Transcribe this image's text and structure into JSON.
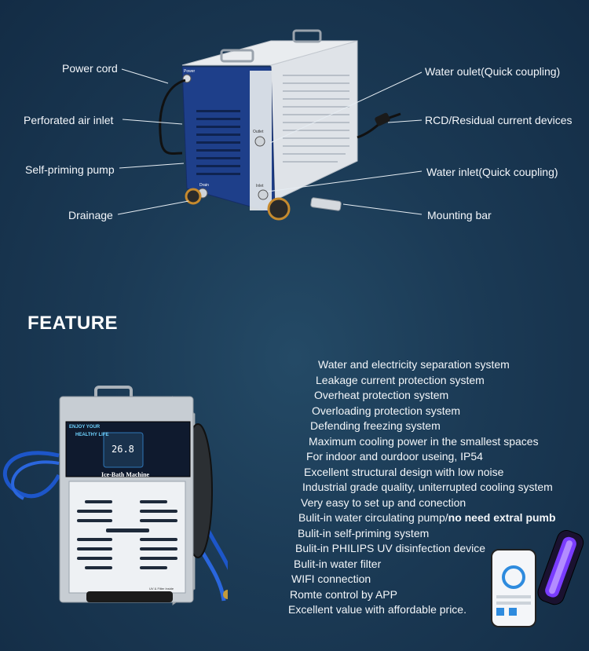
{
  "callouts": {
    "power_cord": "Power cord",
    "air_inlet": "Perforated air inlet",
    "pump": "Self-priming pump",
    "drainage": "Drainage",
    "water_outlet": "Water oulet(Quick coupling)",
    "rcd": "RCD/Residual current devices",
    "water_inlet": "Water inlet(Quick coupling)",
    "mounting_bar": "Mounting bar"
  },
  "machine1": {
    "panel_label_power": "Power",
    "panel_label_outlet": "Outlet",
    "panel_label_inlet": "Inlet",
    "panel_label_drain": "Drain"
  },
  "feature_heading": "FEATURE",
  "machine2": {
    "slogan_line1": "ENJOY YOUR",
    "slogan_line2": "HEALTHY LIFE",
    "display_value": "26.8",
    "brand": "Ice-Bath Machine",
    "bottom_label": "UV & Filter Inside"
  },
  "features": [
    {
      "text": "Water and electricity separation system"
    },
    {
      "text": "Leakage current protection system"
    },
    {
      "text": "Overheat protection system"
    },
    {
      "text": "Overloading protection system"
    },
    {
      "text": "Defending freezing system"
    },
    {
      "text": "Maximum cooling power in the smallest spaces"
    },
    {
      "text": "For indoor and ourdoor useing, IP54"
    },
    {
      "text": "Excellent structural design with low noise"
    },
    {
      "text": "Industrial grade quality, uniterrupted cooling system"
    },
    {
      "text": "Very easy to set up and conection"
    },
    {
      "text": "Bulit-in water circulating pump/",
      "bold": "no need extral pumb"
    },
    {
      "text": "Bulit-in self-priming system"
    },
    {
      "text": "Bulit-in PHILIPS UV disinfection device"
    },
    {
      "text": "Bulit-in water filter"
    },
    {
      "text": "WIFI connection"
    },
    {
      "text": "Romte control by APP"
    },
    {
      "text": "Excellent value with affordable  price."
    }
  ],
  "colors": {
    "background": "#1b3a55",
    "panel_blue": "#1e3f8a",
    "uv_violet": "#7a3cff"
  }
}
